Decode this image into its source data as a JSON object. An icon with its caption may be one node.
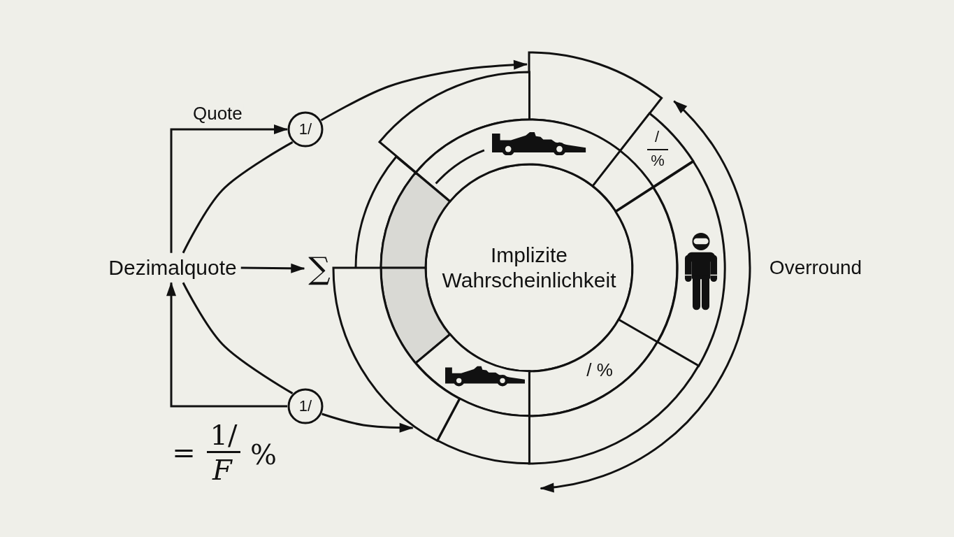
{
  "diagram": {
    "nodes": [
      {
        "text": [
          "Dezimalquote"
        ]
      },
      {
        "text": [
          "1/"
        ]
      },
      {
        "text": [
          "∑"
        ]
      },
      {
        "text": [
          "1/"
        ]
      },
      {
        "text": [
          "Implizite Wahrscheinlichkeit"
        ]
      },
      {
        "text": [],
        "shape": "sector"
      },
      {
        "text": [],
        "shape": "sector"
      },
      {
        "text": [],
        "shape": "sector"
      },
      {
        "text": [],
        "shape": "sector"
      },
      {
        "text": [],
        "shape": "sector"
      },
      {
        "text": [],
        "shape": "sector"
      },
      {
        "text": [
          "/",
          "%"
        ]
      },
      {
        "text": [],
        "shape": "sector"
      },
      {
        "text": [],
        "shape": "sector"
      },
      {
        "text": [
          "/ %"
        ]
      },
      {
        "text": [],
        "shape": "sector"
      },
      {
        "text": [],
        "shape": "sector"
      },
      {
        "text": [],
        "shape": "sector"
      },
      {
        "text": [],
        "shape": "sector"
      }
    ],
    "edges": [
      {
        "from": 0,
        "to": 1,
        "arrow": "to",
        "label": "Quote"
      },
      {
        "from": 0,
        "to": 1,
        "arrow": "none"
      },
      {
        "from": 1,
        "to": 5,
        "arrow": "to"
      },
      {
        "from": 3,
        "to": 0,
        "arrow": "to"
      },
      {
        "from": 0,
        "to": 3,
        "arrow": "none"
      },
      {
        "from": 3,
        "to": 18,
        "arrow": "to"
      },
      {
        "from": 0,
        "to": 2,
        "arrow": "to"
      }
    ],
    "labels": [
      "Overround",
      "=",
      "1/",
      "F",
      "%"
    ]
  }
}
